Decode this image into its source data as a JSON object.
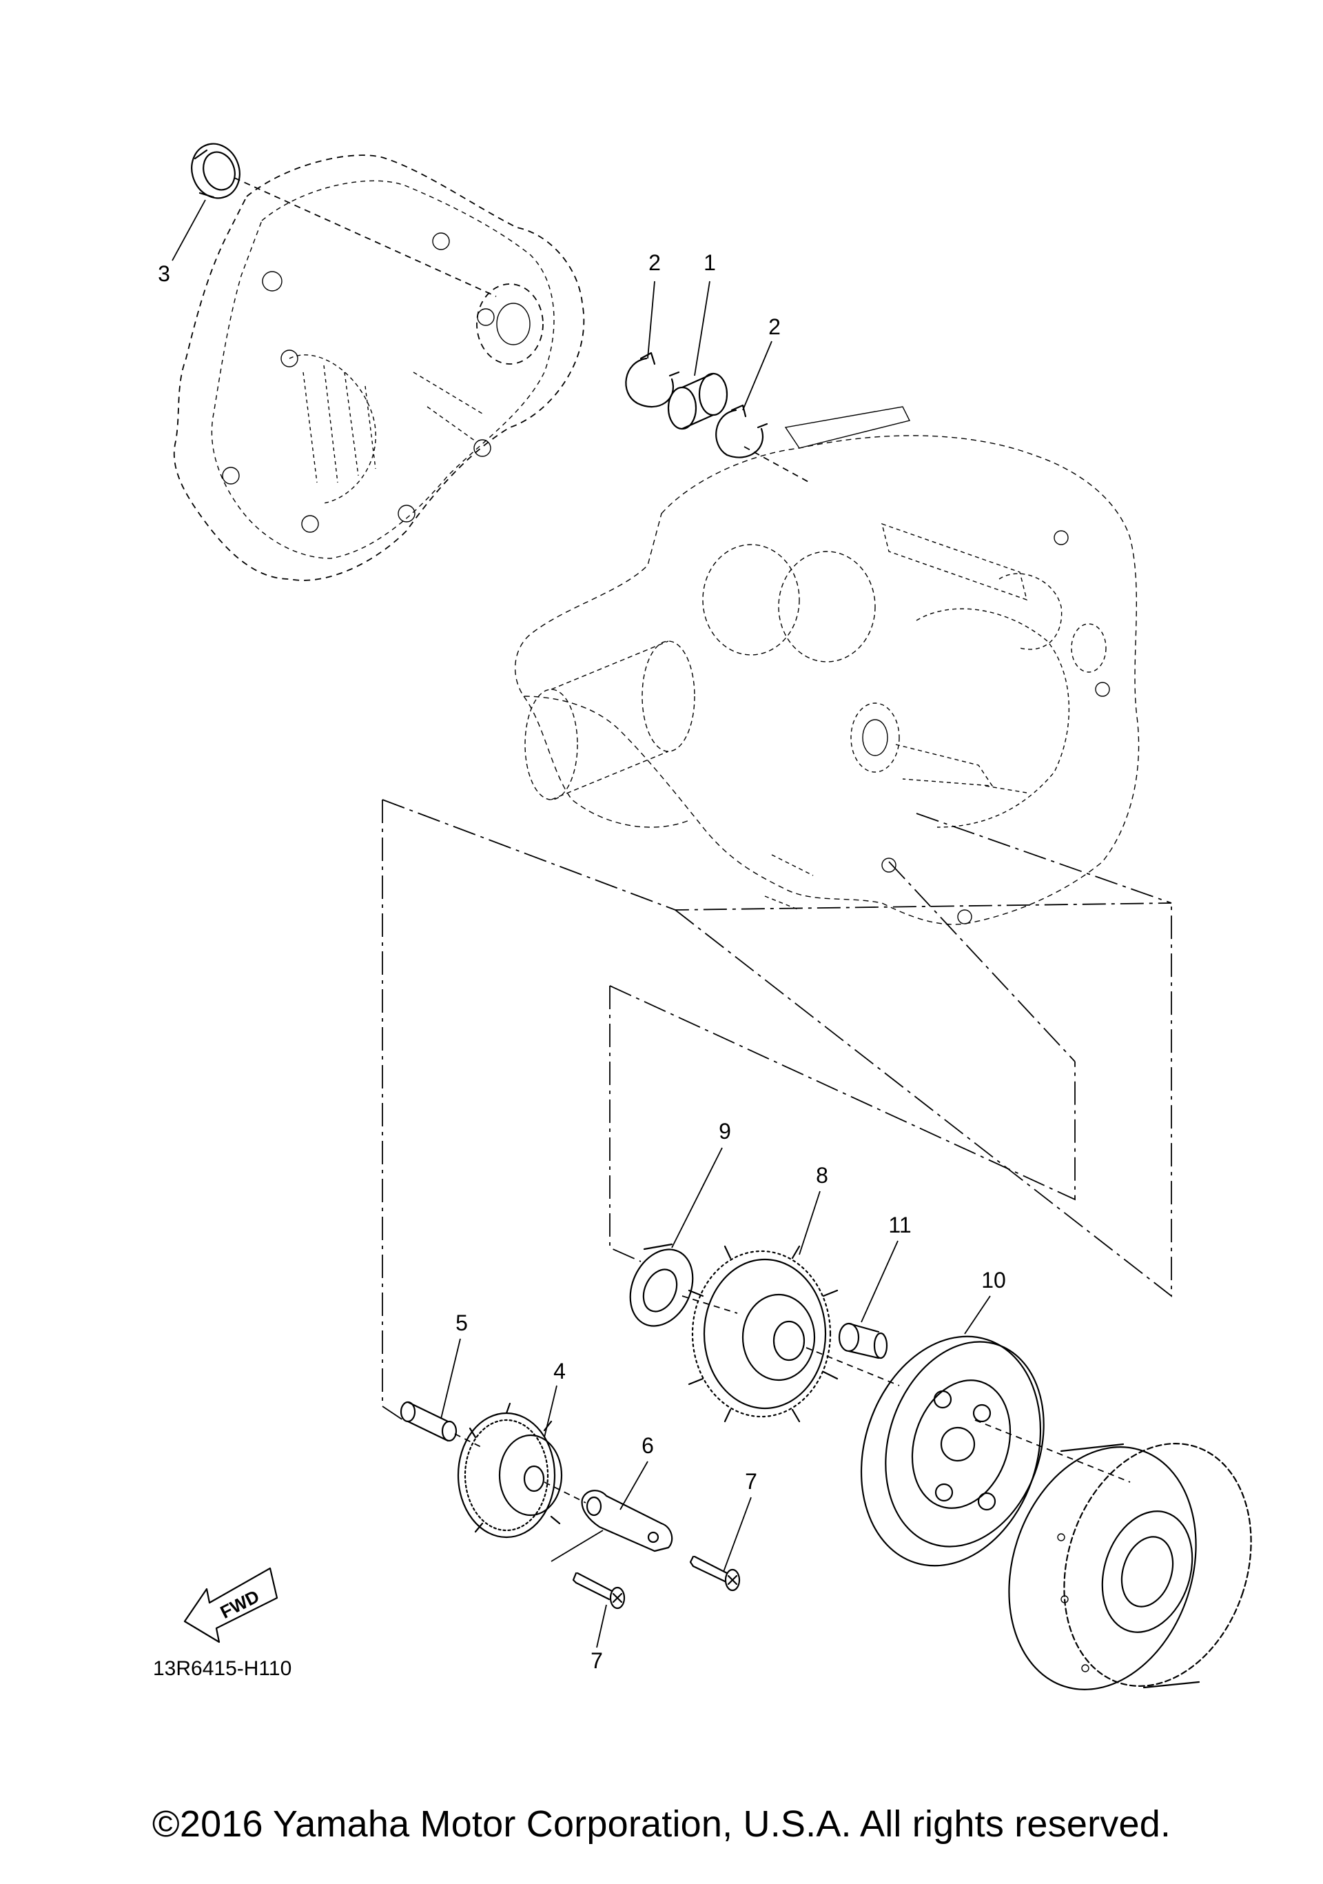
{
  "callouts": {
    "c1": "1",
    "c2a": "2",
    "c2b": "2",
    "c3": "3",
    "c4": "4",
    "c5": "5",
    "c6": "6",
    "c7a": "7",
    "c7b": "7",
    "c8": "8",
    "c9": "9",
    "c10": "10",
    "c11": "11"
  },
  "fwd_badge": "FWD",
  "diagram_code": "13R6415-H110",
  "copyright": "©2016 Yamaha Motor Corporation, U.S.A. All rights reserved.",
  "icons": {
    "forward": "fwd-arrow-icon"
  },
  "colors": {
    "ink": "#000000",
    "paper": "#ffffff"
  }
}
